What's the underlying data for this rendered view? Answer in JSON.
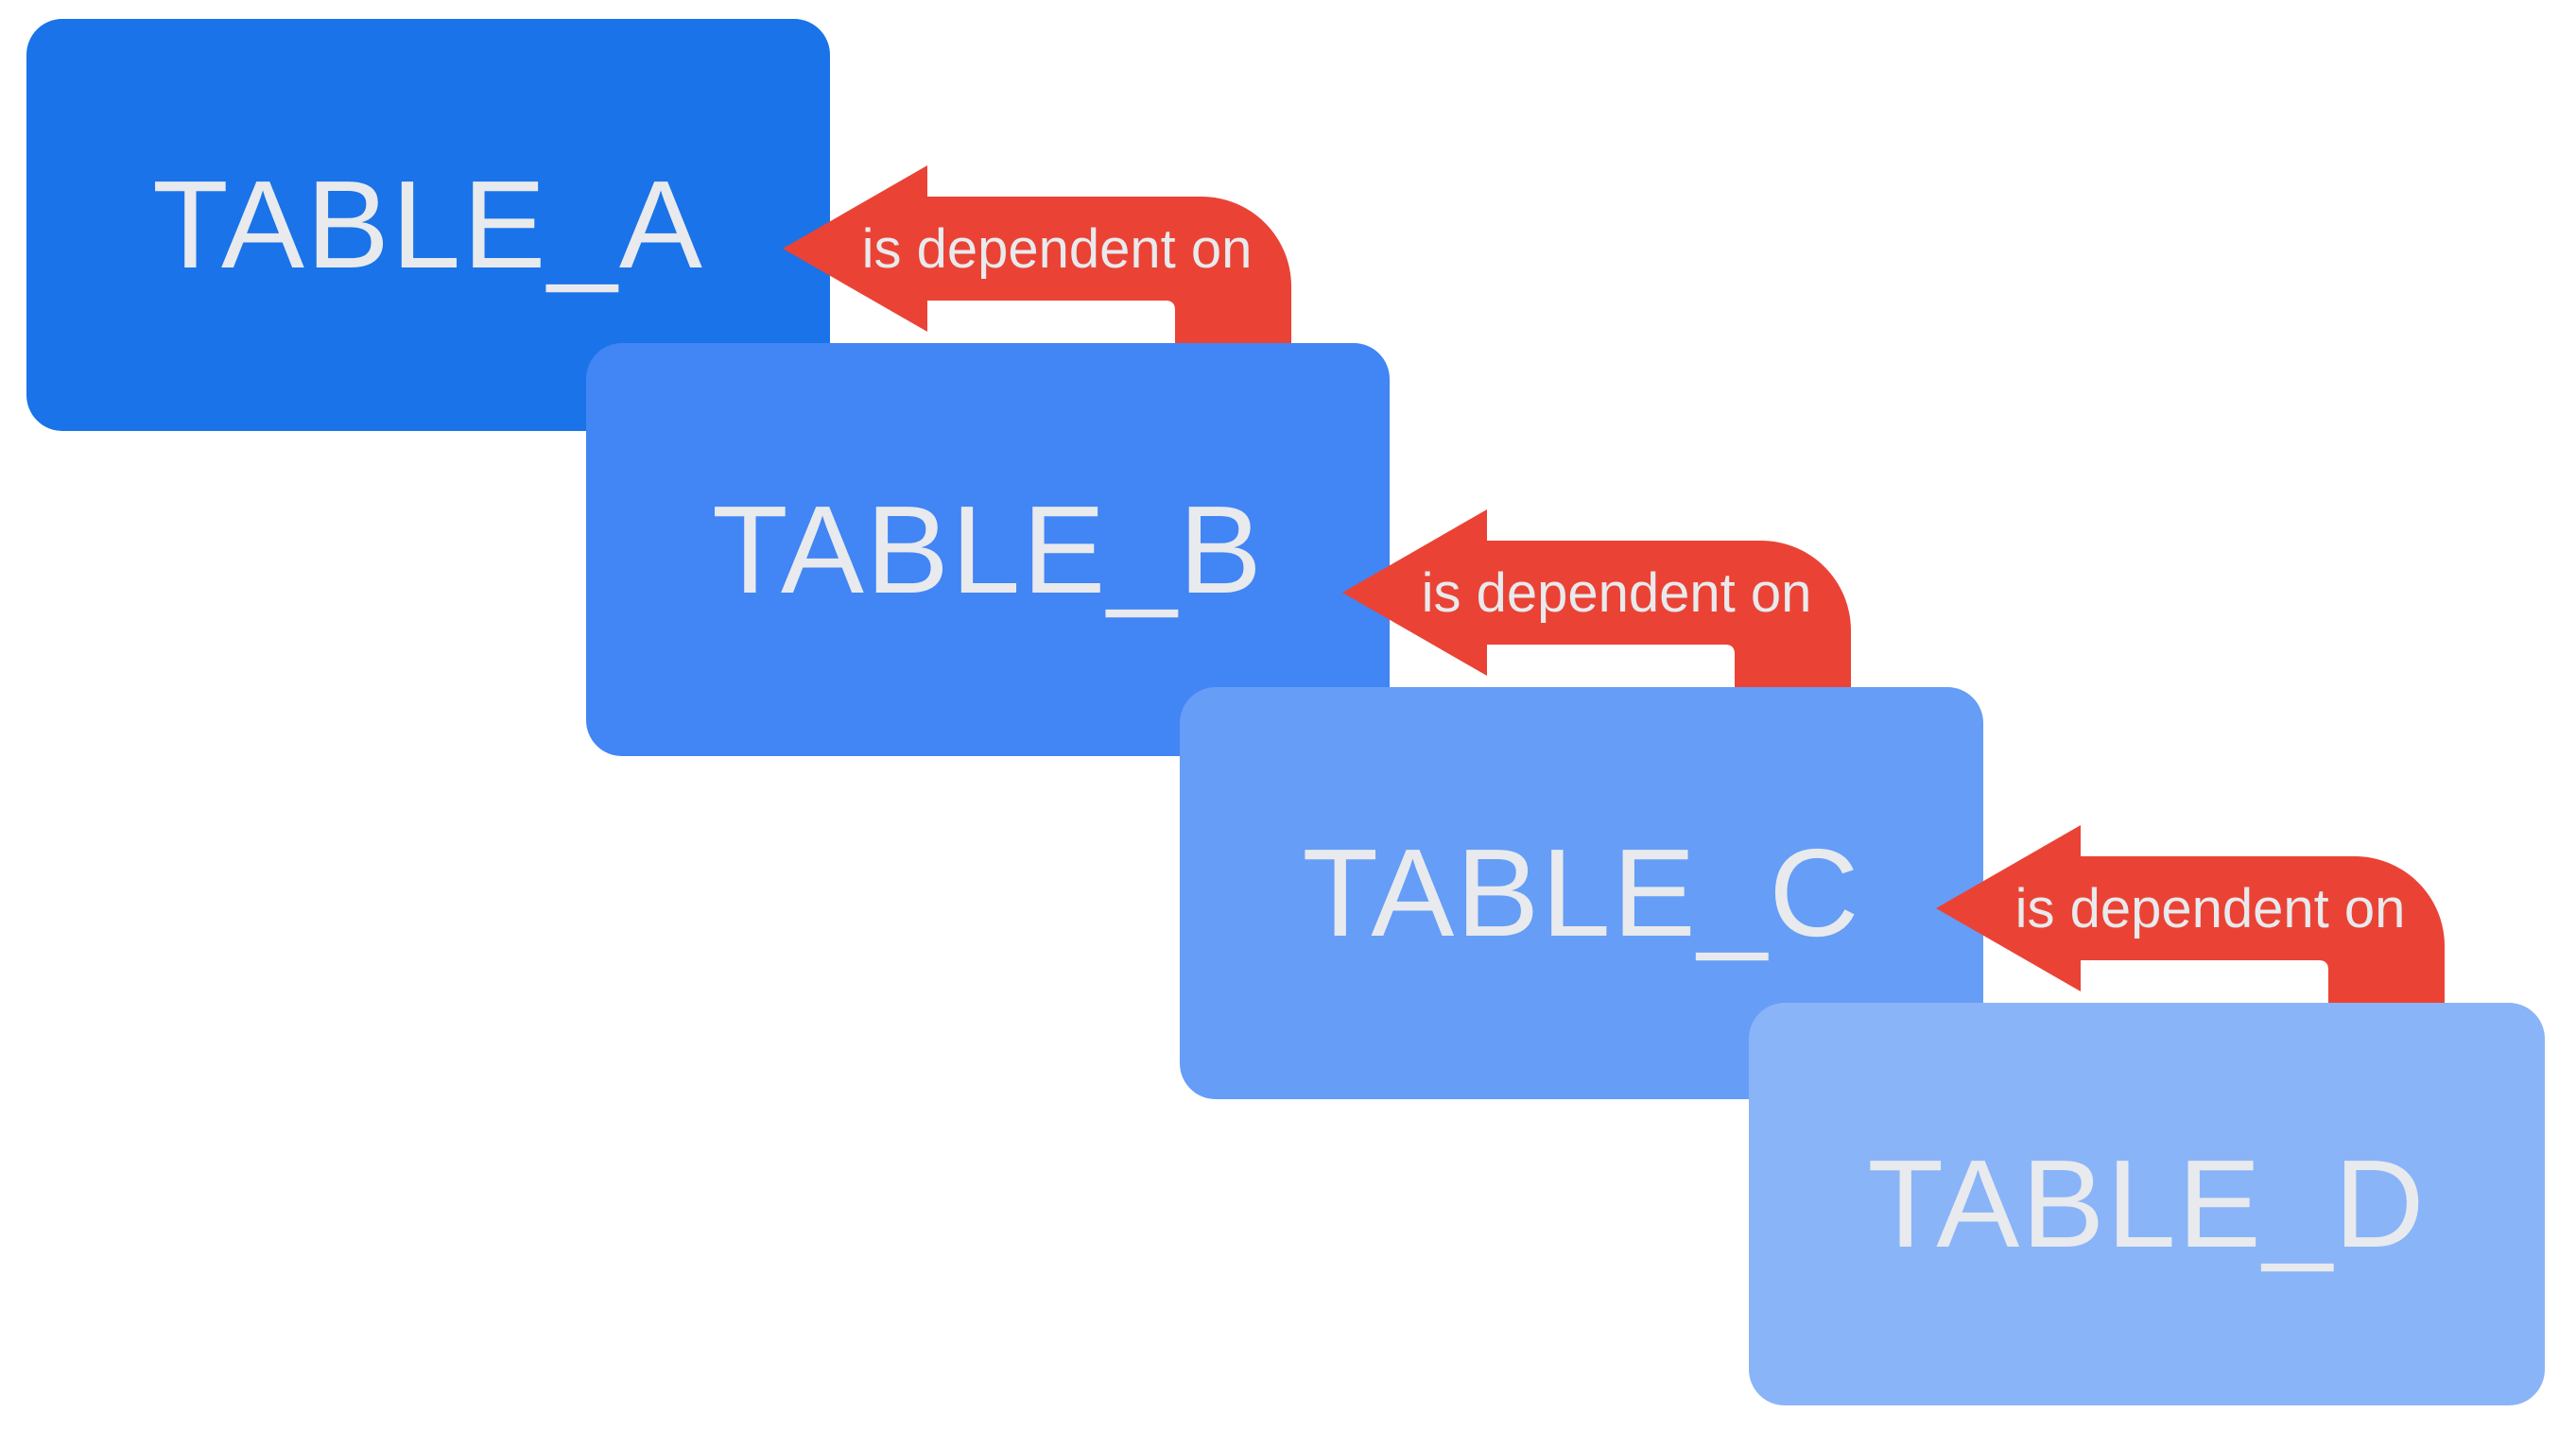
{
  "diagram": {
    "background_color": "#ffffff",
    "label_color": "#e8eaed",
    "boxes": [
      {
        "label": "TABLE_A",
        "color": "#1a73e8"
      },
      {
        "label": "TABLE_B",
        "color": "#4285f4"
      },
      {
        "label": "TABLE_C",
        "color": "#669df6"
      },
      {
        "label": "TABLE_D",
        "color": "#8ab4f8"
      }
    ],
    "arrows": [
      {
        "label": "is dependent on",
        "color": "#ea4335",
        "from": "TABLE_B",
        "to": "TABLE_A"
      },
      {
        "label": "is dependent on",
        "color": "#ea4335",
        "from": "TABLE_C",
        "to": "TABLE_B"
      },
      {
        "label": "is dependent on",
        "color": "#ea4335",
        "from": "TABLE_D",
        "to": "TABLE_C"
      }
    ]
  }
}
